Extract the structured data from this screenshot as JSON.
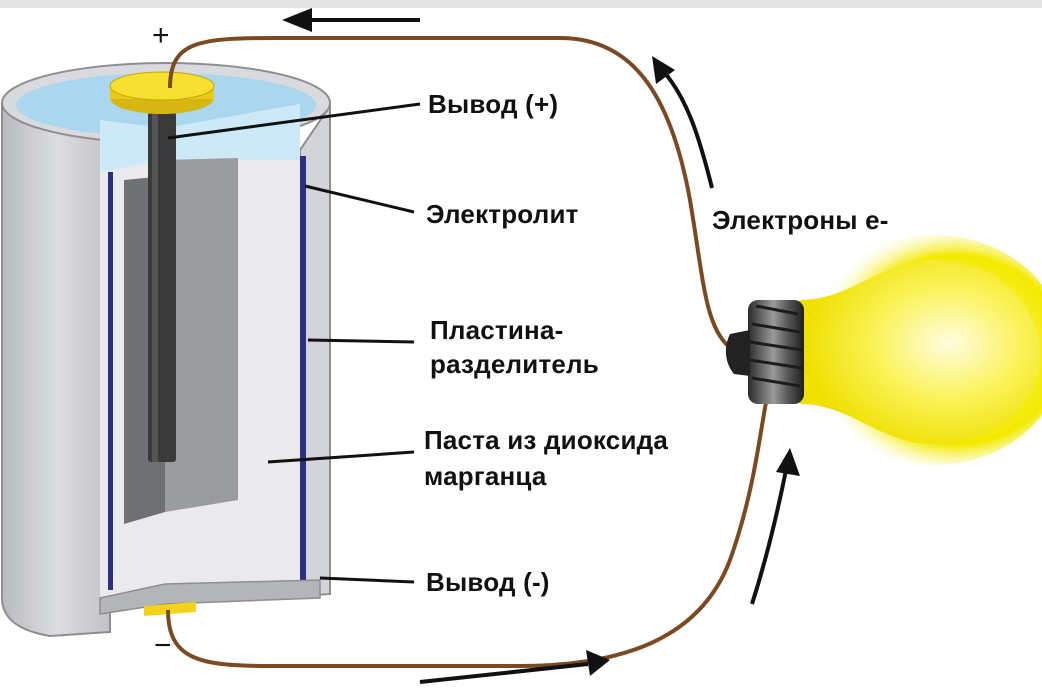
{
  "labels": {
    "plus_sign": "+",
    "minus_sign": "−",
    "terminal_positive": "Вывод (+)",
    "electrolyte": "Электролит",
    "separator_line1": "Пластина-",
    "separator_line2": "разделитель",
    "paste_line1": "Паста из диоксида",
    "paste_line2": "марганца",
    "terminal_negative": "Вывод (-)",
    "electrons": "Электроны е-"
  },
  "colors": {
    "wire": "#7a4a22",
    "bulb_glow": "#f6f000",
    "casing": "#c9cacc",
    "electrolyte": "#cde9f7",
    "separator": "#2b3080",
    "terminal": "#f2d21a",
    "rod": "#3a3a3a"
  },
  "icons": {
    "bulb": "light-bulb-icon",
    "arrow": "arrow-icon"
  }
}
